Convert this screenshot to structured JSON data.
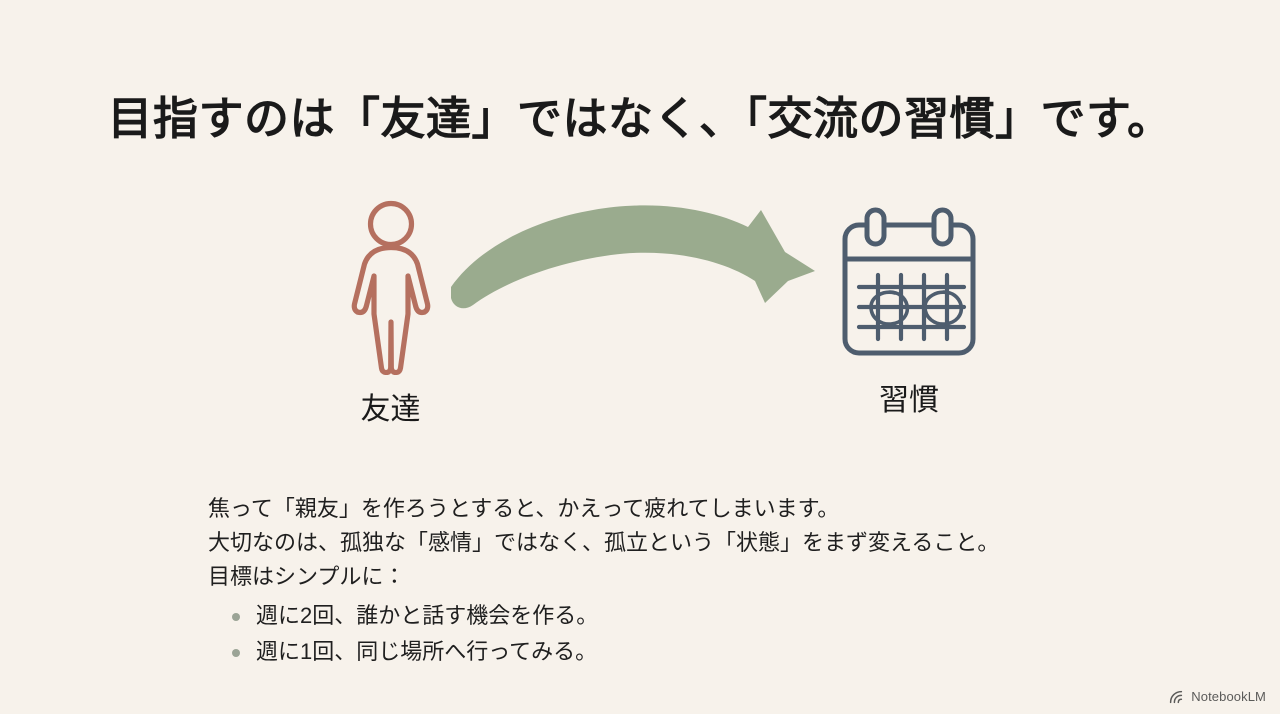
{
  "slide": {
    "title": "目指すのは「友達」ではなく、「交流の習慣」です。",
    "background_color": "#f7f2eb",
    "text_color": "#1a1a1a"
  },
  "diagram": {
    "from_node": {
      "icon": "person-icon",
      "label": "友達",
      "color": "#b5705f"
    },
    "connector": {
      "icon": "curved-arrow-icon",
      "direction": "left-to-right",
      "color": "#9aab8e"
    },
    "to_node": {
      "icon": "calendar-icon",
      "label": "習慣",
      "color": "#4e5d6e"
    }
  },
  "body": {
    "lines": [
      "焦って「親友」を作ろうとすると、かえって疲れてしまいます。",
      "大切なのは、孤独な「感情」ではなく、孤立という「状態」をまず変えること。",
      "目標はシンプルに："
    ],
    "bullets": [
      "週に2回、誰かと話す機会を作る。",
      "週に1回、同じ場所へ行ってみる。"
    ],
    "bullet_color": "#9ba496"
  },
  "watermark": {
    "label": "NotebookLM",
    "icon": "notebooklm-logo-icon"
  }
}
